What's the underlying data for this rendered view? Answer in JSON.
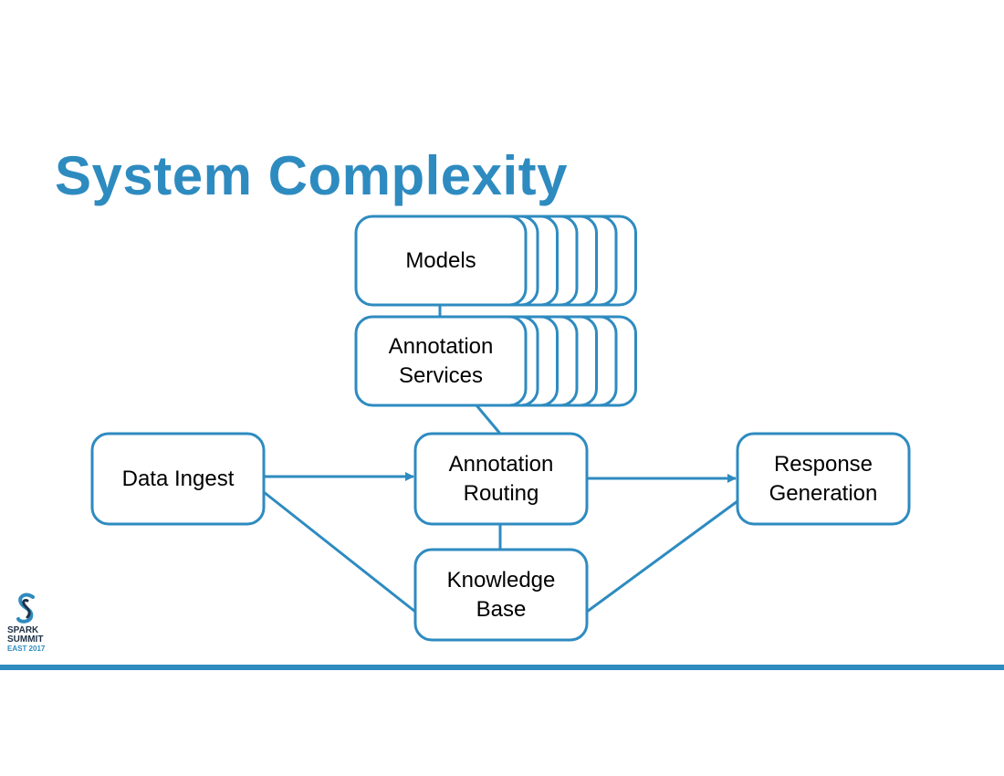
{
  "slide": {
    "title": "System Complexity",
    "accent_color": "#2e8bc0"
  },
  "diagram": {
    "nodes": {
      "models": {
        "label": "Models",
        "stacked": true,
        "stack_count": 8
      },
      "annotation_services": {
        "label": "Annotation\nServices",
        "stacked": true,
        "stack_count": 8
      },
      "data_ingest": {
        "label": "Data Ingest"
      },
      "annotation_routing": {
        "label": "Annotation\nRouting"
      },
      "response_generation": {
        "label": "Response\nGeneration"
      },
      "knowledge_base": {
        "label": "Knowledge\nBase"
      }
    },
    "edges": [
      {
        "from": "models",
        "to": "annotation_services",
        "arrow": false
      },
      {
        "from": "annotation_services",
        "to": "annotation_routing",
        "arrow": false
      },
      {
        "from": "data_ingest",
        "to": "annotation_routing",
        "arrow": true
      },
      {
        "from": "annotation_routing",
        "to": "response_generation",
        "arrow": true
      },
      {
        "from": "annotation_routing",
        "to": "knowledge_base",
        "arrow": false
      },
      {
        "from": "data_ingest",
        "to": "knowledge_base",
        "arrow": false
      },
      {
        "from": "knowledge_base",
        "to": "response_generation",
        "arrow": false
      }
    ]
  },
  "logo": {
    "line1": "SPARK",
    "line2": "SUMMIT",
    "line3": "EAST 2017"
  }
}
